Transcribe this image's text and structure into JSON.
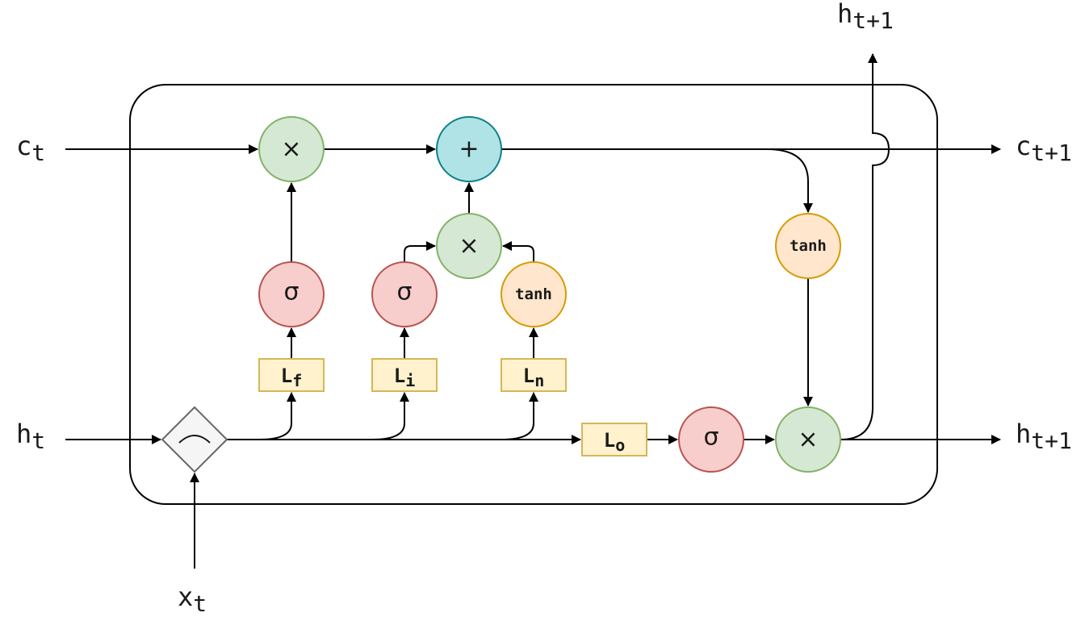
{
  "colors": {
    "mult_fill": "#d5e8d4",
    "mult_stroke": "#82b366",
    "add_fill": "#b0e3e6",
    "add_stroke": "#0e8088",
    "sigma_fill": "#f8cecc",
    "sigma_stroke": "#b85450",
    "tanh_fill": "#ffe6cc",
    "tanh_stroke": "#d79b00",
    "linear_fill": "#fff2cc",
    "linear_stroke": "#d6b656",
    "concat_fill": "#f5f5f5",
    "concat_stroke": "#666666"
  },
  "inputs": {
    "c_t": {
      "main": "c",
      "sub": "t"
    },
    "h_t": {
      "main": "h",
      "sub": "t"
    },
    "x_t": {
      "main": "x",
      "sub": "t"
    }
  },
  "outputs": {
    "c_next": {
      "main": "c",
      "sub": "t+1"
    },
    "h_next_right": {
      "main": "h",
      "sub": "t+1"
    },
    "h_next_top": {
      "main": "h",
      "sub": "t+1"
    }
  },
  "ops": {
    "multiply": "×",
    "add": "+",
    "sigma": "σ",
    "tanh": "tanh",
    "concat": "⁀"
  },
  "linear": {
    "forget": {
      "main": "L",
      "sub": "f"
    },
    "input": {
      "main": "L",
      "sub": "i"
    },
    "new": {
      "main": "L",
      "sub": "n"
    },
    "output": {
      "main": "L",
      "sub": "o"
    }
  }
}
